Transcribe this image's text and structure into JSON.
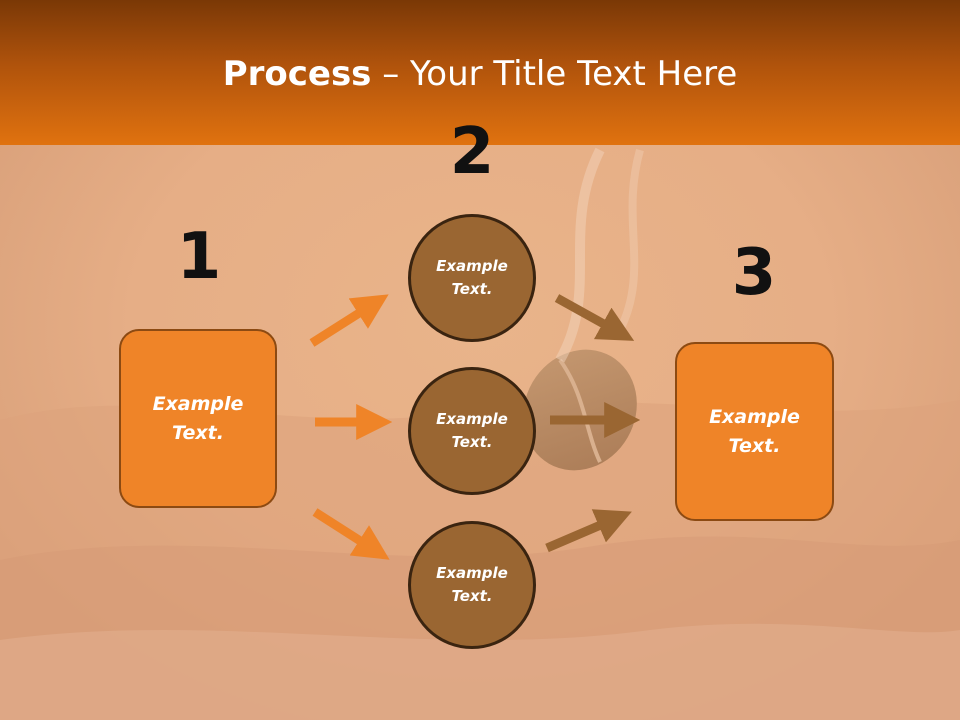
{
  "slide": {
    "title_bold": "Process",
    "title_rest": " – Your Title Text Here"
  },
  "steps": {
    "step1_number": "1",
    "step2_number": "2",
    "step3_number": "3"
  },
  "left_box": {
    "text": "Example\nText."
  },
  "circles": [
    {
      "text": "Example\nText."
    },
    {
      "text": "Example\nText."
    },
    {
      "text": "Example\nText."
    }
  ],
  "right_box": {
    "text": "Example\nText."
  },
  "colors": {
    "header_orange": "#e0720f",
    "box_orange": "#ef8428",
    "circle_brown": "#9a6632",
    "arrow_orange": "#ef8428",
    "arrow_brown": "#9a6632"
  }
}
